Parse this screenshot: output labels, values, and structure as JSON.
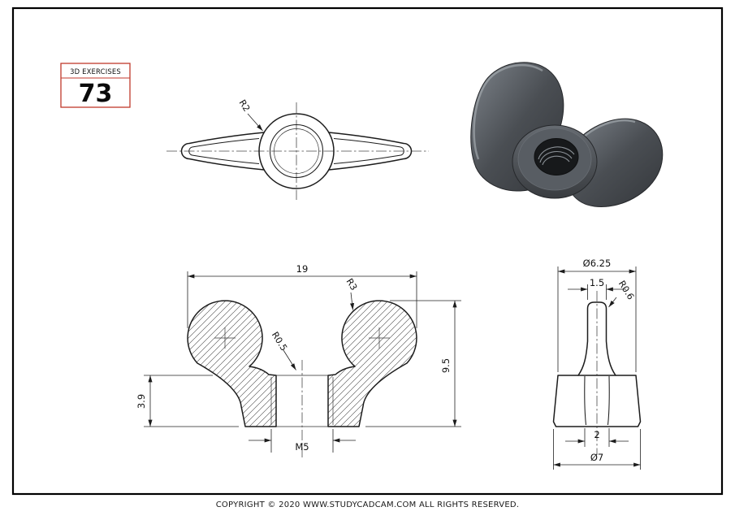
{
  "sheet": {
    "copyright": "COPYRIGHT © 2020 WWW.STUDYCADCAM.COM ALL RIGHTS RESERVED.",
    "colors": {
      "line": "#1c1c1c",
      "accent_red": "#c0392b",
      "background": "#ffffff",
      "iso_body_dark": "#36393d",
      "iso_body_light": "#757b81"
    }
  },
  "exercise_box": {
    "label": "3D EXERCISES",
    "number": "73"
  },
  "dimensions": {
    "top_view": {
      "fillet": "R2"
    },
    "front_view": {
      "overall_width": "19",
      "wing_radius": "R3",
      "notch_fillet": "R0.5",
      "base_height": "3.9",
      "overall_height": "9.5",
      "thread": "M5"
    },
    "side_view": {
      "boss_top_dia": "Ø6.25",
      "wing_thickness": "1.5",
      "tip_fillet": "R0.6",
      "wing_root_width": "2",
      "base_dia": "Ø7"
    }
  }
}
